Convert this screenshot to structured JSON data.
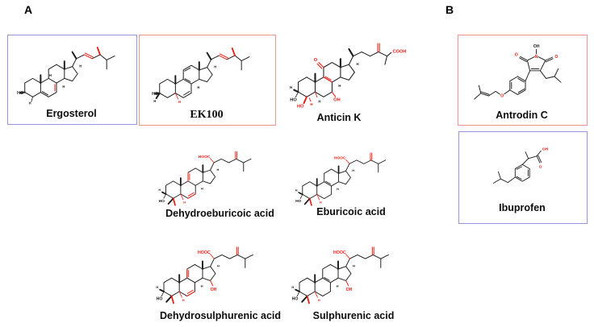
{
  "figure": {
    "panel_a_label": "A",
    "panel_b_label": "B"
  },
  "colors": {
    "highlight_red": "#e8190f",
    "blue_box_border": "#9494e0",
    "red_box_border": "#f0948e",
    "bond_black": "#1c1c1c"
  },
  "compounds": [
    {
      "name": "Ergosterol",
      "box_style": "blue",
      "atom_labels": [
        "HO",
        "H",
        "H",
        "H",
        "H"
      ]
    },
    {
      "name": "EK100",
      "box_style": "red",
      "atom_labels": [
        "HO",
        "H",
        "H",
        "H",
        "H"
      ]
    },
    {
      "name": "Anticin K",
      "box_style": "none",
      "atom_labels": [
        "O",
        "COOH",
        "OH",
        "HO",
        "HO",
        "H",
        "H",
        "H",
        "H",
        "H"
      ]
    },
    {
      "name": "Dehydroeburicoic acid",
      "box_style": "none",
      "atom_labels": [
        "HOOC",
        "HO",
        "H",
        "H",
        "H",
        "H"
      ]
    },
    {
      "name": "Eburicoic acid",
      "box_style": "none",
      "atom_labels": [
        "HOOC",
        "HO",
        "H",
        "H",
        "H",
        "H"
      ]
    },
    {
      "name": "Dehydrosulphurenic acid",
      "box_style": "none",
      "atom_labels": [
        "HOOC",
        "OH",
        "HO",
        "H",
        "H",
        "H",
        "H"
      ]
    },
    {
      "name": "Sulphurenic acid",
      "box_style": "none",
      "atom_labels": [
        "HOOC",
        "OH",
        "HO",
        "H",
        "H",
        "H",
        "H"
      ]
    },
    {
      "name": "Antrodin C",
      "box_style": "red",
      "atom_labels": [
        "OH",
        "N",
        "O",
        "O",
        "O"
      ]
    },
    {
      "name": "Ibuprofen",
      "box_style": "blue",
      "atom_labels": [
        "OH",
        "O"
      ]
    }
  ]
}
